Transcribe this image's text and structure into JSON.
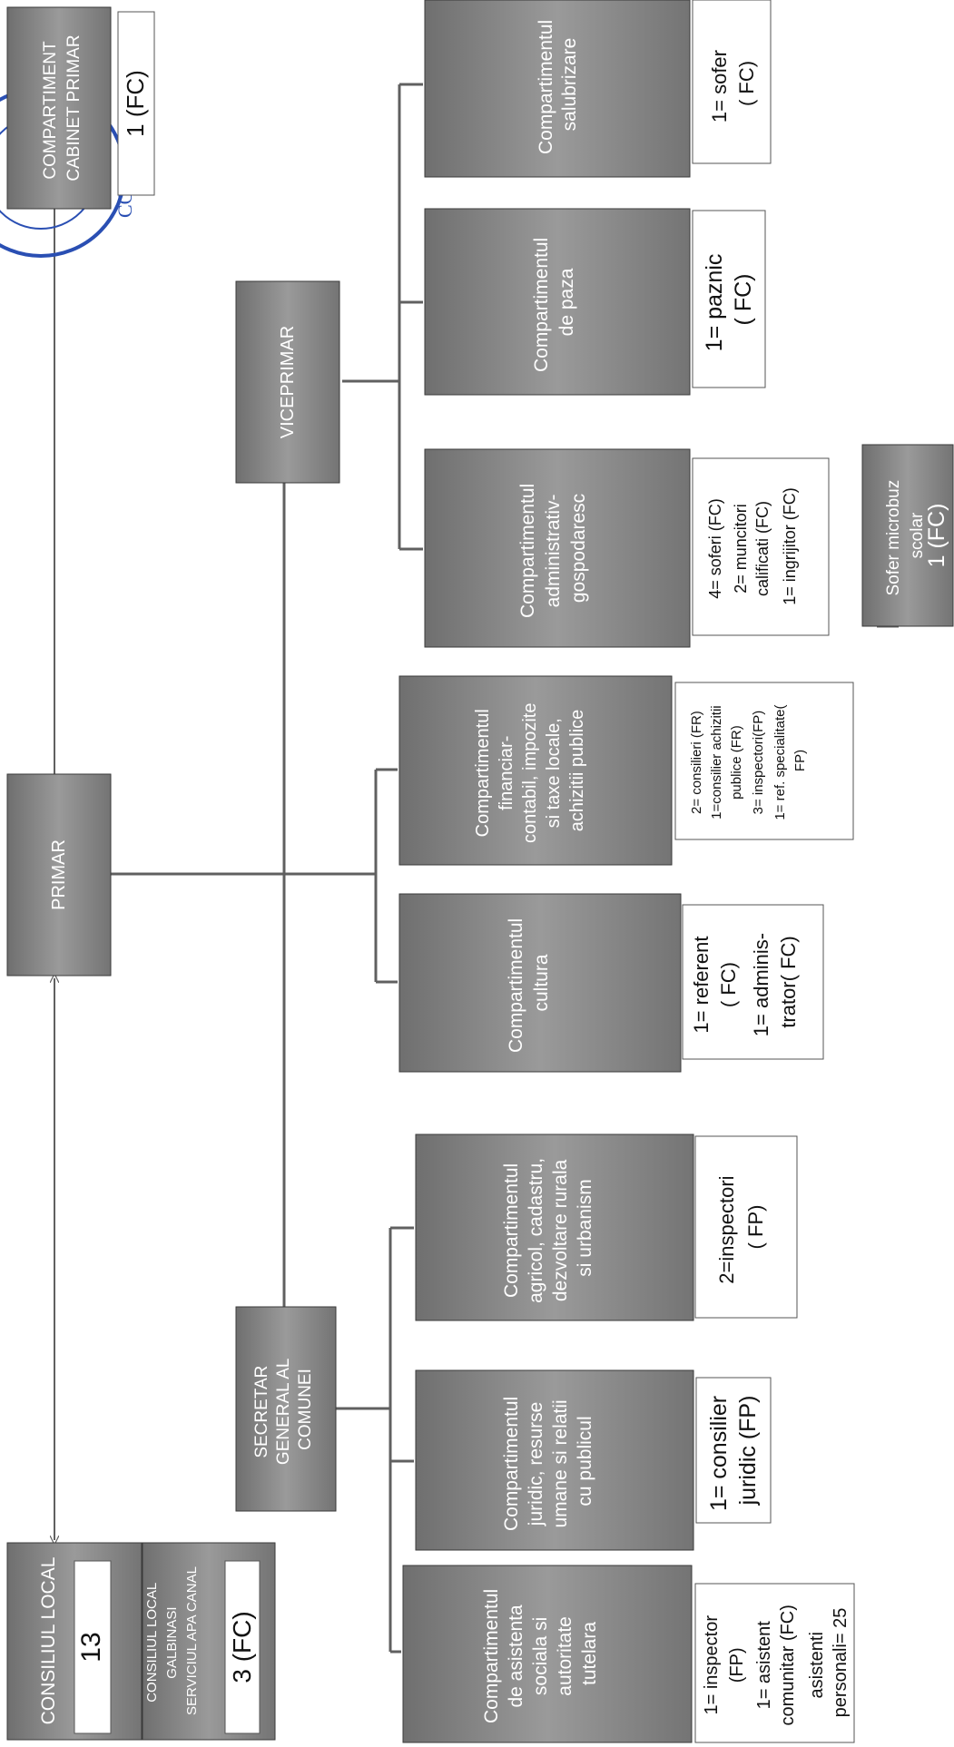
{
  "boxes": {
    "compartiment_cabinet_primar": [
      "COMPARTIMENT",
      "CABINET PRIMAR"
    ],
    "primar": [
      "PRIMAR"
    ],
    "consiliul_local": [
      "CONSILIUL LOCAL"
    ],
    "consiliul_galbinasi": [
      "CONSILIUL LOCAL",
      "GALBINASI",
      "SERVICIUL APA CANAL"
    ],
    "viceprimar": [
      "VICEPRIMAR"
    ],
    "secretar_general": [
      "SECRETAR",
      "GENERAL AL",
      "COMUNEI"
    ],
    "comp_salubrizare": [
      "Compartimentul",
      "salubrizare"
    ],
    "comp_paza": [
      "Compartimentul",
      "de paza"
    ],
    "comp_administrativ": [
      "Compartimentul",
      "administrativ-",
      "gospodaresc"
    ],
    "comp_financiar": [
      "Compartimentul",
      "financiar-",
      "contabil, impozite",
      "si taxe locale,",
      "achizitii publice"
    ],
    "comp_cultura": [
      "Compartimentul",
      "cultura"
    ],
    "comp_agricol": [
      "Compartimentul",
      "agricol, cadastru,",
      "dezvoltare rurala",
      "si urbanism"
    ],
    "comp_juridic": [
      "Compartimentul",
      "juridic, resurse",
      "umane si relatii",
      "cu publicul"
    ],
    "comp_asistenta": [
      "Compartimentul",
      "de asistenta",
      "sociala si",
      "autoritate",
      "tutelara"
    ],
    "sofer_microbuz": [
      "Sofer microbuz",
      "scolar"
    ]
  },
  "staff": {
    "cabinet_primar": [
      "1 (FC)"
    ],
    "consiliul_local": [
      "13"
    ],
    "consiliul_galbinasi": [
      "3 (FC)"
    ],
    "salubrizare": [
      "1= sofer",
      "( FC)"
    ],
    "paza": [
      "1= paznic",
      "( FC)"
    ],
    "administrativ": [
      "4= soferi (FC)",
      "2= muncitori",
      "calificati (FC)",
      "1= ingrijitor (FC)"
    ],
    "sofer_microbuz": [
      "1 (FC)"
    ],
    "financiar": [
      "2= consilieri (FR)",
      "1=consilier achizitii",
      "publice (FR)",
      "3= inspectori(FP)",
      "1= ref. specialitate(",
      "FP)"
    ],
    "cultura": [
      "1= referent",
      "( FC)",
      "1= adminis-",
      "trator( FC)"
    ],
    "agricol": [
      "2=inspectori",
      "( FP)"
    ],
    "juridic": [
      "1= consilier",
      "juridic (FP)"
    ],
    "asistenta": [
      "1= inspector",
      "(FP)",
      "1=  asistent",
      "comunitar (FC)",
      "asistenti",
      "personali= 25"
    ]
  },
  "stamp": {
    "text": "CONSILIUL BUZAU COMUNA CONSILIUL",
    "color": "#2a4fb3"
  },
  "colors": {
    "box_fill": "#808080",
    "line": "#606060"
  }
}
